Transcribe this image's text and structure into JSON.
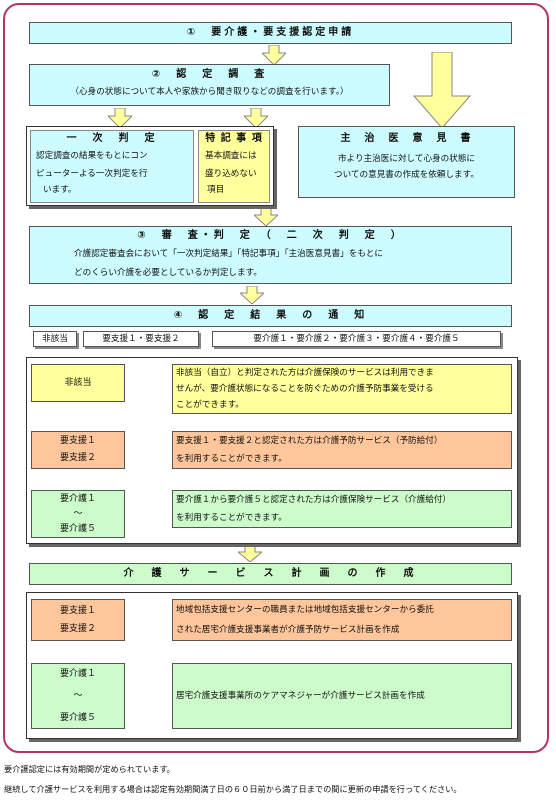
{
  "step1": {
    "title": "①　要介護・要支援認定申請"
  },
  "step2": {
    "title": "②　認　定　調　査",
    "desc": "（心身の状態について本人や家族から聞き取りなどの調査を行います。）"
  },
  "primary": {
    "title": "一　次　判　定",
    "lines": [
      "認定調査の結果をもとにコン",
      "ピューターよる一次判定を行",
      "います。"
    ]
  },
  "special": {
    "title": "特 記 事 項",
    "lines": [
      "基本調査には",
      "盛り込めない",
      "項目"
    ]
  },
  "doctor": {
    "title": "主　治　医　意　見　書",
    "lines": [
      "市より主治医に対して心身の状態に",
      "ついての意見書の作成を依頼します。"
    ]
  },
  "step3": {
    "title": "③　審　査・判　定　（　二　次　判　定　）",
    "lines": [
      "介護認定審査会において「一次判定結果」「特記事項」「主治医意見書」をもとに",
      "どのくらい介護を必要としているか判定します。"
    ]
  },
  "step4": {
    "title": "④　認　定　結　果　の　通　知"
  },
  "results": [
    "非該当",
    "要支援１・要支援２",
    "要介護１・要介護２・要介護３・要介護４・要介護５"
  ],
  "services": [
    {
      "label": [
        "非該当"
      ],
      "lines": [
        "非該当（自立）と判定された方は介護保険のサービスは利用できま",
        "せんが、要介護状態になることを防ぐための介護予防事業を受ける",
        "ことができます。"
      ]
    },
    {
      "label": [
        "要支援１",
        "要支援２"
      ],
      "lines": [
        "要支援１・要支援２と認定された方は介護予防サービス（予防給付）",
        "を利用することができます。"
      ]
    },
    {
      "label": [
        "要介護１",
        "～",
        "要介護５"
      ],
      "lines": [
        "要介護１から要介護５と認定された方は介護保険サービス（介護給付）",
        "を利用することができます。"
      ]
    }
  ],
  "plan": {
    "title": "介　護　サ　ー　ビ　ス　計　画　の　作　成",
    "rows": [
      {
        "label": [
          "要支援１",
          "要支援２"
        ],
        "lines": [
          "地域包括支援センターの職員または地域包括支援センターから委託",
          "された居宅介護支援事業者が介護予防サービス計画を作成"
        ]
      },
      {
        "label": [
          "要介護１",
          "～",
          "要介護５"
        ],
        "lines": [
          "居宅介護支援事業所のケアマネジャーが介護サービス計画を作成"
        ]
      }
    ]
  },
  "footer": [
    "要介護認定には有効期間が定められています。",
    "継続して介護サービスを利用する場合は認定有効期間満了日の６０日前から満了日までの間に更新の申請を行ってください。"
  ],
  "colors": {
    "frame": "#b5336a",
    "cyan": "#ccfcff",
    "yellow": "#ffff9c",
    "orange": "#fec69a",
    "green": "#cdfccb"
  }
}
